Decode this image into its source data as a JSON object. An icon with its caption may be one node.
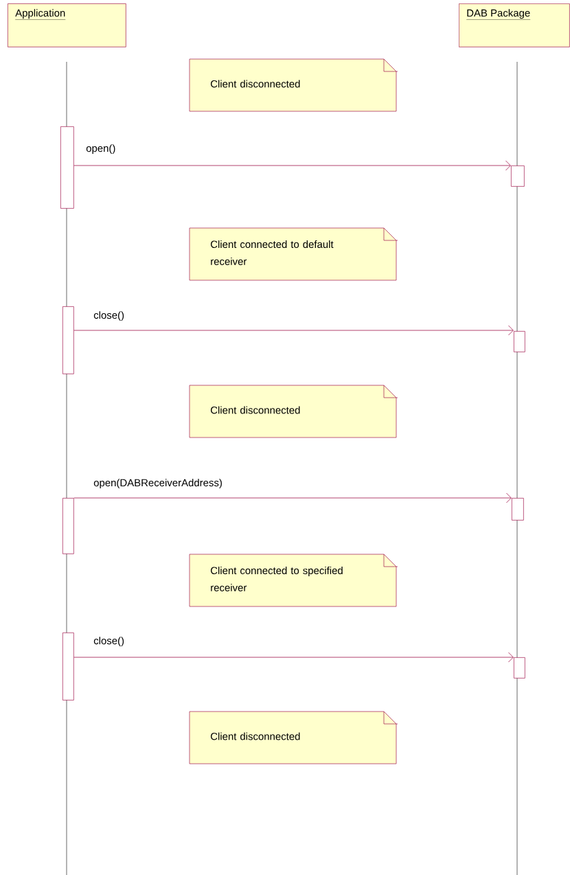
{
  "diagram": {
    "nodes": [
      {
        "text": [
          "Application"
        ]
      },
      {
        "text": [
          "DAB Package"
        ]
      },
      {
        "text": [
          "Client disconnected"
        ]
      },
      {
        "text": [],
        "shape": "bar"
      },
      {
        "text": [],
        "shape": "bar"
      },
      {
        "text": [
          "Client connected to default receiver"
        ]
      },
      {
        "text": [],
        "shape": "bar"
      },
      {
        "text": [],
        "shape": "bar"
      },
      {
        "text": [
          "Client disconnected"
        ]
      },
      {
        "text": [],
        "shape": "bar"
      },
      {
        "text": [],
        "shape": "bar"
      },
      {
        "text": [
          "Client connected to specified receiver"
        ]
      },
      {
        "text": [],
        "shape": "bar"
      },
      {
        "text": [],
        "shape": "bar"
      },
      {
        "text": [
          "Client disconnected"
        ]
      }
    ],
    "edges": [
      {
        "from": 3,
        "to": 4,
        "arrow": "to",
        "label": "open()"
      },
      {
        "from": 6,
        "to": 7,
        "arrow": "to",
        "label": "close()"
      },
      {
        "from": 9,
        "to": 10,
        "arrow": "to",
        "label": "open(DABReceiverAddress)"
      },
      {
        "from": 12,
        "to": 13,
        "arrow": "to",
        "label": "close()"
      }
    ]
  }
}
